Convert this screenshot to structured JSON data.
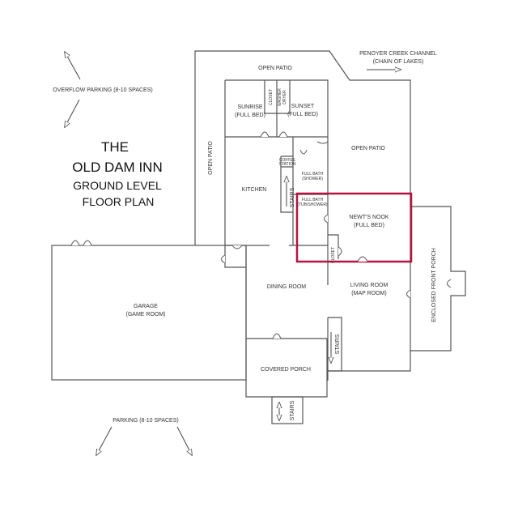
{
  "title": {
    "line1": "THE",
    "line2": "OLD DAM INN",
    "line3": "GROUND LEVEL",
    "line4": "FLOOR PLAN"
  },
  "annotations": {
    "overflow_parking": "OVERFLOW PARKING (8-10 SPACES)",
    "parking": "PARKING (8-10 SPACES)",
    "creek_line1": "PENOYER CREEK CHANNEL",
    "creek_line2": "(CHAIN OF LAKES)"
  },
  "rooms": {
    "open_patio_top": "OPEN PATIO",
    "open_patio_left": "OPEN PATIO",
    "open_patio_right": "OPEN PATIO",
    "sunrise": "SUNRISE",
    "sunrise_sub": "(FULL BED)",
    "sunset": "SUNSET",
    "sunset_sub": "(FULL BED)",
    "closet_top": "CLOSET",
    "washer_line1": "WASHER",
    "washer_line2": "DRYER",
    "kitchen": "KITCHEN",
    "coffee_line1": "COFFEE",
    "coffee_line2": "STATION",
    "stairs_kitchen": "STAIRS",
    "full_bath_shower": "FULL BATH",
    "full_bath_shower_sub": "(SHOWER)",
    "full_bath_tub": "FULL BATH",
    "full_bath_tub_sub": "(TUB/SHOWER)",
    "newts_nook": "NEWT'S NOOK",
    "newts_nook_sub": "(FULL BED)",
    "closet_nook": "CLOSET",
    "garage": "GARAGE",
    "garage_sub": "(GAME ROOM)",
    "dining_room": "DINING ROOM",
    "living_room": "LIVING ROOM",
    "living_room_sub": "(MAP ROOM)",
    "enclosed_front_porch": "ENCLOSED FRONT PORCH",
    "stairs_living": "STAIRS",
    "covered_porch": "COVERED PORCH",
    "stairs_porch": "STAIRS"
  },
  "highlight": {
    "room": "NEWT'S NOOK",
    "color": "#b5123f"
  },
  "colors": {
    "wall": "#555555",
    "text": "#333333"
  }
}
